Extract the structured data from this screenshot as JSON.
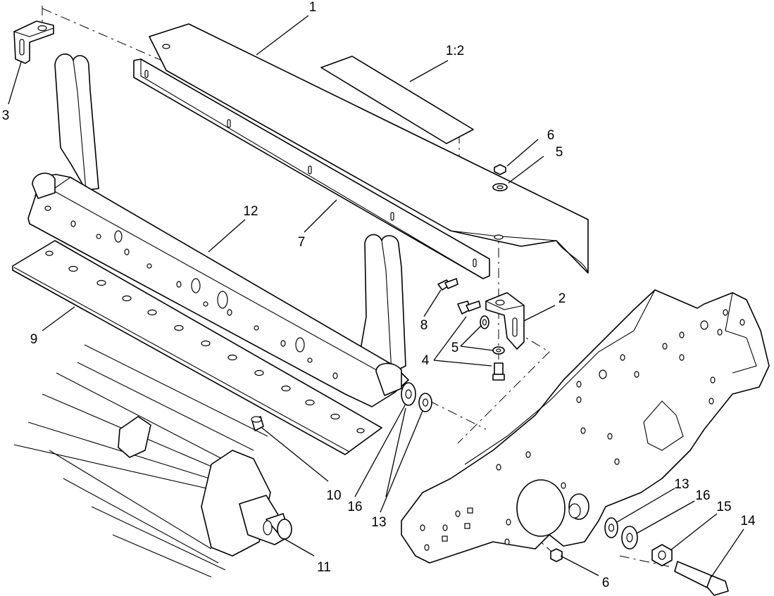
{
  "callouts": [
    {
      "label": "1"
    },
    {
      "label": "1:2"
    },
    {
      "label": "2"
    },
    {
      "label": "3"
    },
    {
      "label": "4"
    },
    {
      "label": "5"
    },
    {
      "label": "5"
    },
    {
      "label": "6"
    },
    {
      "label": "6"
    },
    {
      "label": "7"
    },
    {
      "label": "8"
    },
    {
      "label": "9"
    },
    {
      "label": "10"
    },
    {
      "label": "11"
    },
    {
      "label": "12"
    },
    {
      "label": "13"
    },
    {
      "label": "13"
    },
    {
      "label": "14"
    },
    {
      "label": "15"
    },
    {
      "label": "16"
    },
    {
      "label": "16"
    }
  ]
}
